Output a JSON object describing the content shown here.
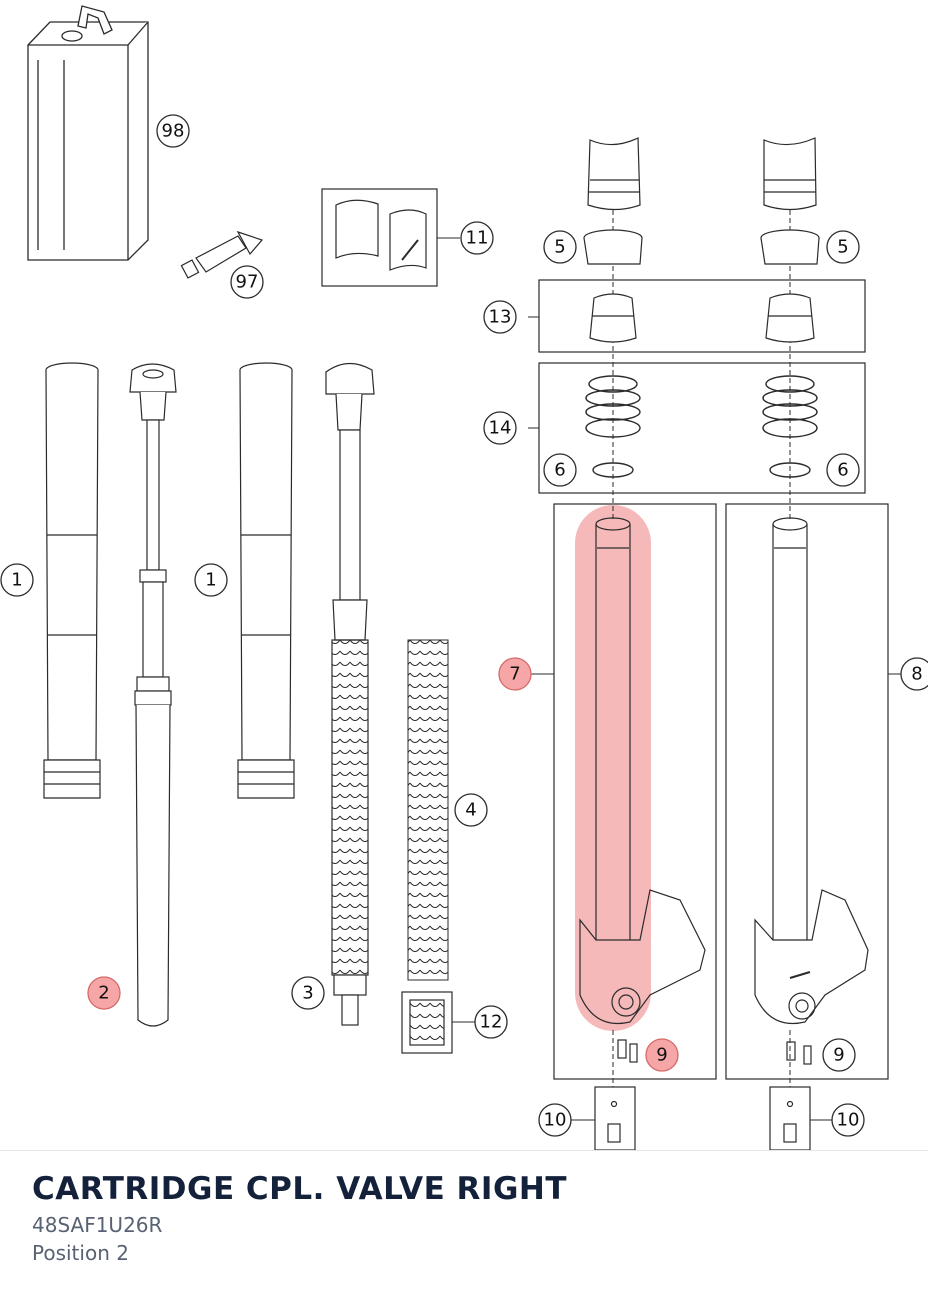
{
  "part": {
    "title": "CARTRIDGE CPL. VALVE RIGHT",
    "code": "48SAF1U26R",
    "position": "Position 2"
  },
  "colors": {
    "highlight": "#f08a8a",
    "line": "#2b2b2b",
    "callout_highlight_fill": "#f6a6a6"
  },
  "callouts": {
    "c98": "98",
    "c97": "97",
    "c11": "11",
    "c5a": "5",
    "c5b": "5",
    "c13": "13",
    "c14": "14",
    "c6a": "6",
    "c6b": "6",
    "c1a": "1",
    "c1b": "1",
    "c7": "7",
    "c8": "8",
    "c4": "4",
    "c2": "2",
    "c3": "3",
    "c12": "12",
    "c9a": "9",
    "c9b": "9",
    "c10a": "10",
    "c10b": "10"
  }
}
